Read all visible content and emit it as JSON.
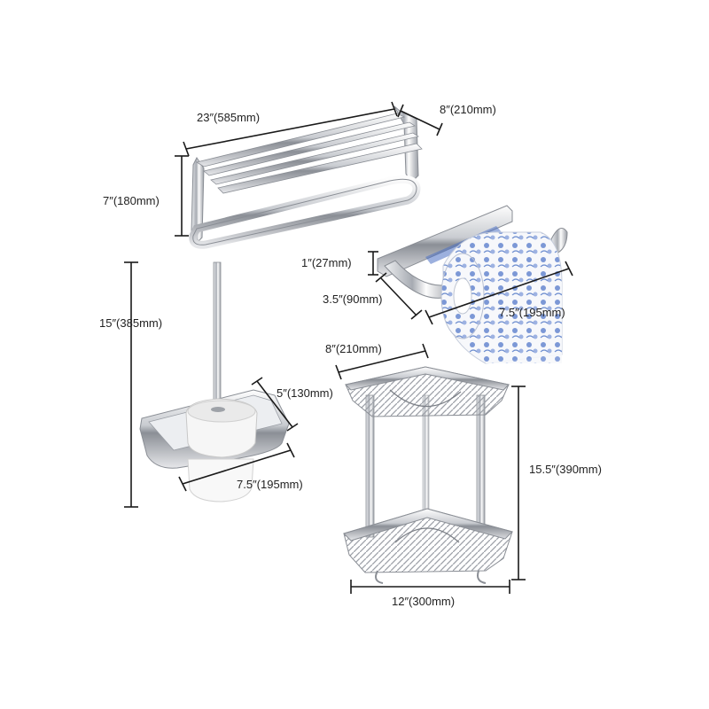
{
  "products": {
    "towel_rack": {
      "width_label": "23″(585mm)",
      "depth_label": "8″(210mm)",
      "height_label": "7″(180mm)"
    },
    "paper_holder": {
      "thickness_label": "1″(27mm)",
      "depth_label": "3.5″(90mm)",
      "width_label": "7.5″(195mm)"
    },
    "brush_holder": {
      "height_label": "15″(385mm)",
      "depth_label": "5″(130mm)",
      "width_label": "7.5″(195mm)"
    },
    "corner_shelf": {
      "side_label": "8″(210mm)",
      "height_label": "15.5″(390mm)",
      "width_label": "12″(300mm)"
    }
  },
  "colors": {
    "chrome_light": "#f4f4f6",
    "chrome_dark": "#7b7f86",
    "paper_pattern": "#6f8fd0"
  }
}
